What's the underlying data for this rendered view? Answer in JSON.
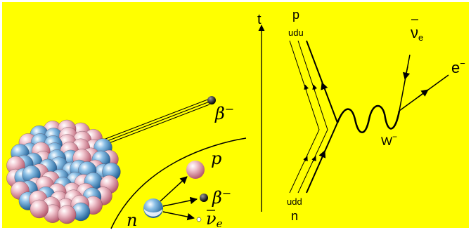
{
  "colors": {
    "background": "#ffff00",
    "border": "#ffffff",
    "ink": "#000000",
    "proton": "#d88a9a",
    "neutron": "#3a85c0",
    "highlight": "#ffffff"
  },
  "left_panel": {
    "beta_label_top": "β",
    "beta_sup_top": "−",
    "neutron_label": "n",
    "proton_label": "p",
    "beta_label_bottom": "β",
    "beta_sup_bottom": "−",
    "antineutrino_label": "ν",
    "antineutrino_sub": "e"
  },
  "right_panel": {
    "time_axis_label": "t",
    "proton_label": "p",
    "proton_quarks": "udu",
    "neutron_label": "n",
    "neutron_quarks": "udd",
    "antineutrino_label": "ν",
    "antineutrino_sub": "e",
    "electron_label": "e",
    "electron_sup": "−",
    "w_boson_label": "W",
    "w_boson_sup": "−"
  }
}
